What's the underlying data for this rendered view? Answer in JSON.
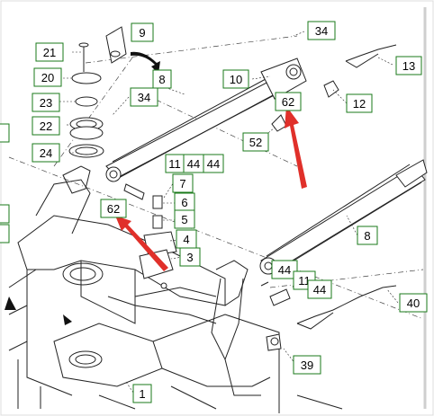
{
  "callouts": [
    {
      "id": "c9",
      "text": "9"
    },
    {
      "id": "c34a",
      "text": "34"
    },
    {
      "id": "c21",
      "text": "21"
    },
    {
      "id": "c20",
      "text": "20"
    },
    {
      "id": "c8a",
      "text": "8"
    },
    {
      "id": "c13",
      "text": "13"
    },
    {
      "id": "c10",
      "text": "10"
    },
    {
      "id": "c23",
      "text": "23"
    },
    {
      "id": "c34b",
      "text": "34"
    },
    {
      "id": "c62a",
      "text": "62"
    },
    {
      "id": "c12",
      "text": "12"
    },
    {
      "id": "c22",
      "text": "22"
    },
    {
      "id": "c52",
      "text": "52"
    },
    {
      "id": "c24",
      "text": "24"
    },
    {
      "id": "c11a",
      "text": "11"
    },
    {
      "id": "c44a",
      "text": "44"
    },
    {
      "id": "c44b",
      "text": "44"
    },
    {
      "id": "c7",
      "text": "7"
    },
    {
      "id": "c6",
      "text": "6"
    },
    {
      "id": "c62b",
      "text": "62"
    },
    {
      "id": "c5",
      "text": "5"
    },
    {
      "id": "c8b",
      "text": "8"
    },
    {
      "id": "c4",
      "text": "4"
    },
    {
      "id": "c3",
      "text": "3"
    },
    {
      "id": "c44c",
      "text": "44"
    },
    {
      "id": "c11b",
      "text": "11"
    },
    {
      "id": "c44d",
      "text": "44"
    },
    {
      "id": "c40",
      "text": "40"
    },
    {
      "id": "c39",
      "text": "39"
    },
    {
      "id": "c1",
      "text": "1"
    }
  ],
  "colors": {
    "callout_border": "#1a7a1a",
    "callout_fill": "#ffffff",
    "arrow": "#e0302a",
    "linework": "#222222"
  }
}
